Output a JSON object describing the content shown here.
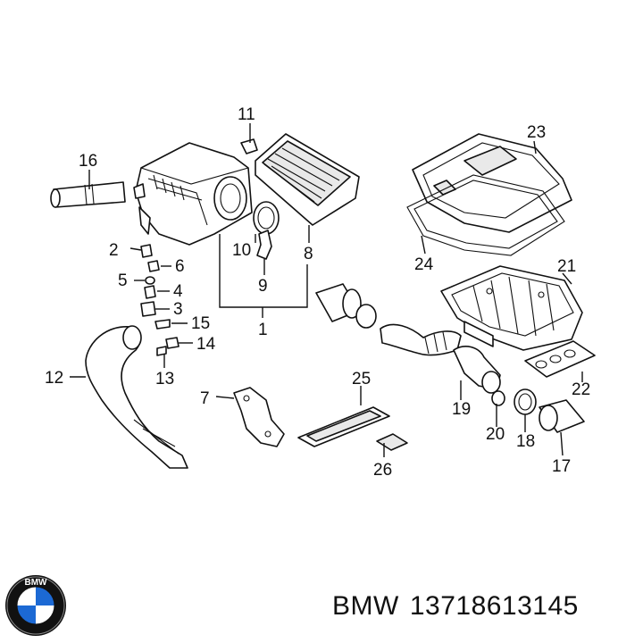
{
  "callouts": {
    "c1": "1",
    "c2": "2",
    "c3": "3",
    "c4": "4",
    "c5": "5",
    "c6": "6",
    "c7": "7",
    "c8": "8",
    "c9": "9",
    "c10": "10",
    "c11": "11",
    "c12": "12",
    "c13": "13",
    "c14": "14",
    "c15": "15",
    "c16": "16",
    "c17": "17",
    "c18": "18",
    "c19": "19",
    "c20": "20",
    "c21": "21",
    "c22": "22",
    "c23": "23",
    "c24": "24",
    "c25": "25",
    "c26": "26"
  },
  "footer": {
    "brand": "BMW",
    "part_number": "13718613145"
  },
  "logo": {
    "wordmark": "BMW",
    "colors": {
      "blue": "#1c69d4",
      "ring": "#111111",
      "white": "#ffffff"
    }
  }
}
